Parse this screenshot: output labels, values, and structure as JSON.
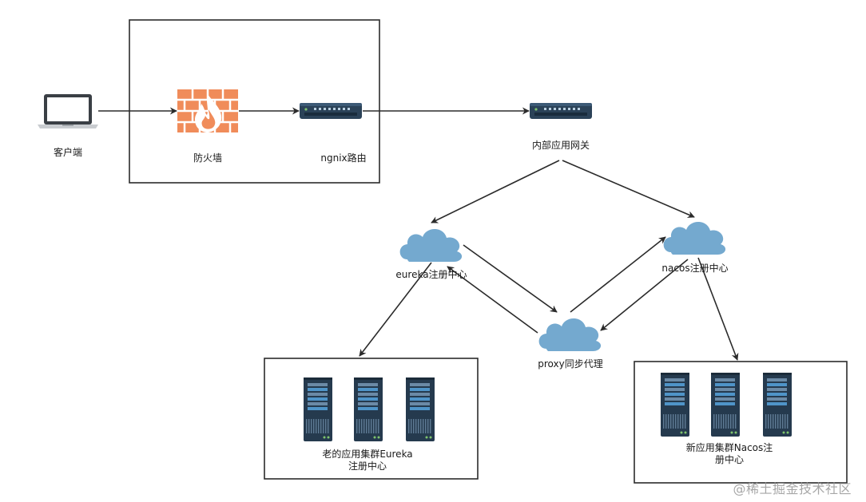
{
  "nodes": {
    "client": "客户端",
    "firewall": "防火墙",
    "nginx": "ngnix路由",
    "gateway": "内部应用网关",
    "eureka": "eureka注册中心",
    "nacos": "nacos注册中心",
    "proxy": "proxy同步代理",
    "old_cluster_line1": "老的应用集群Eureka",
    "old_cluster_line2": "注册中心",
    "new_cluster_line1": "新应用集群Nacos注",
    "new_cluster_line2": "册中心"
  },
  "watermark": "@稀土掘金技术社区",
  "colors": {
    "cloud": "#74a9cf",
    "firewall": "#f08c5a",
    "device": "#2b4258",
    "server": "#253a4e",
    "edge": "#2b2b2b"
  }
}
